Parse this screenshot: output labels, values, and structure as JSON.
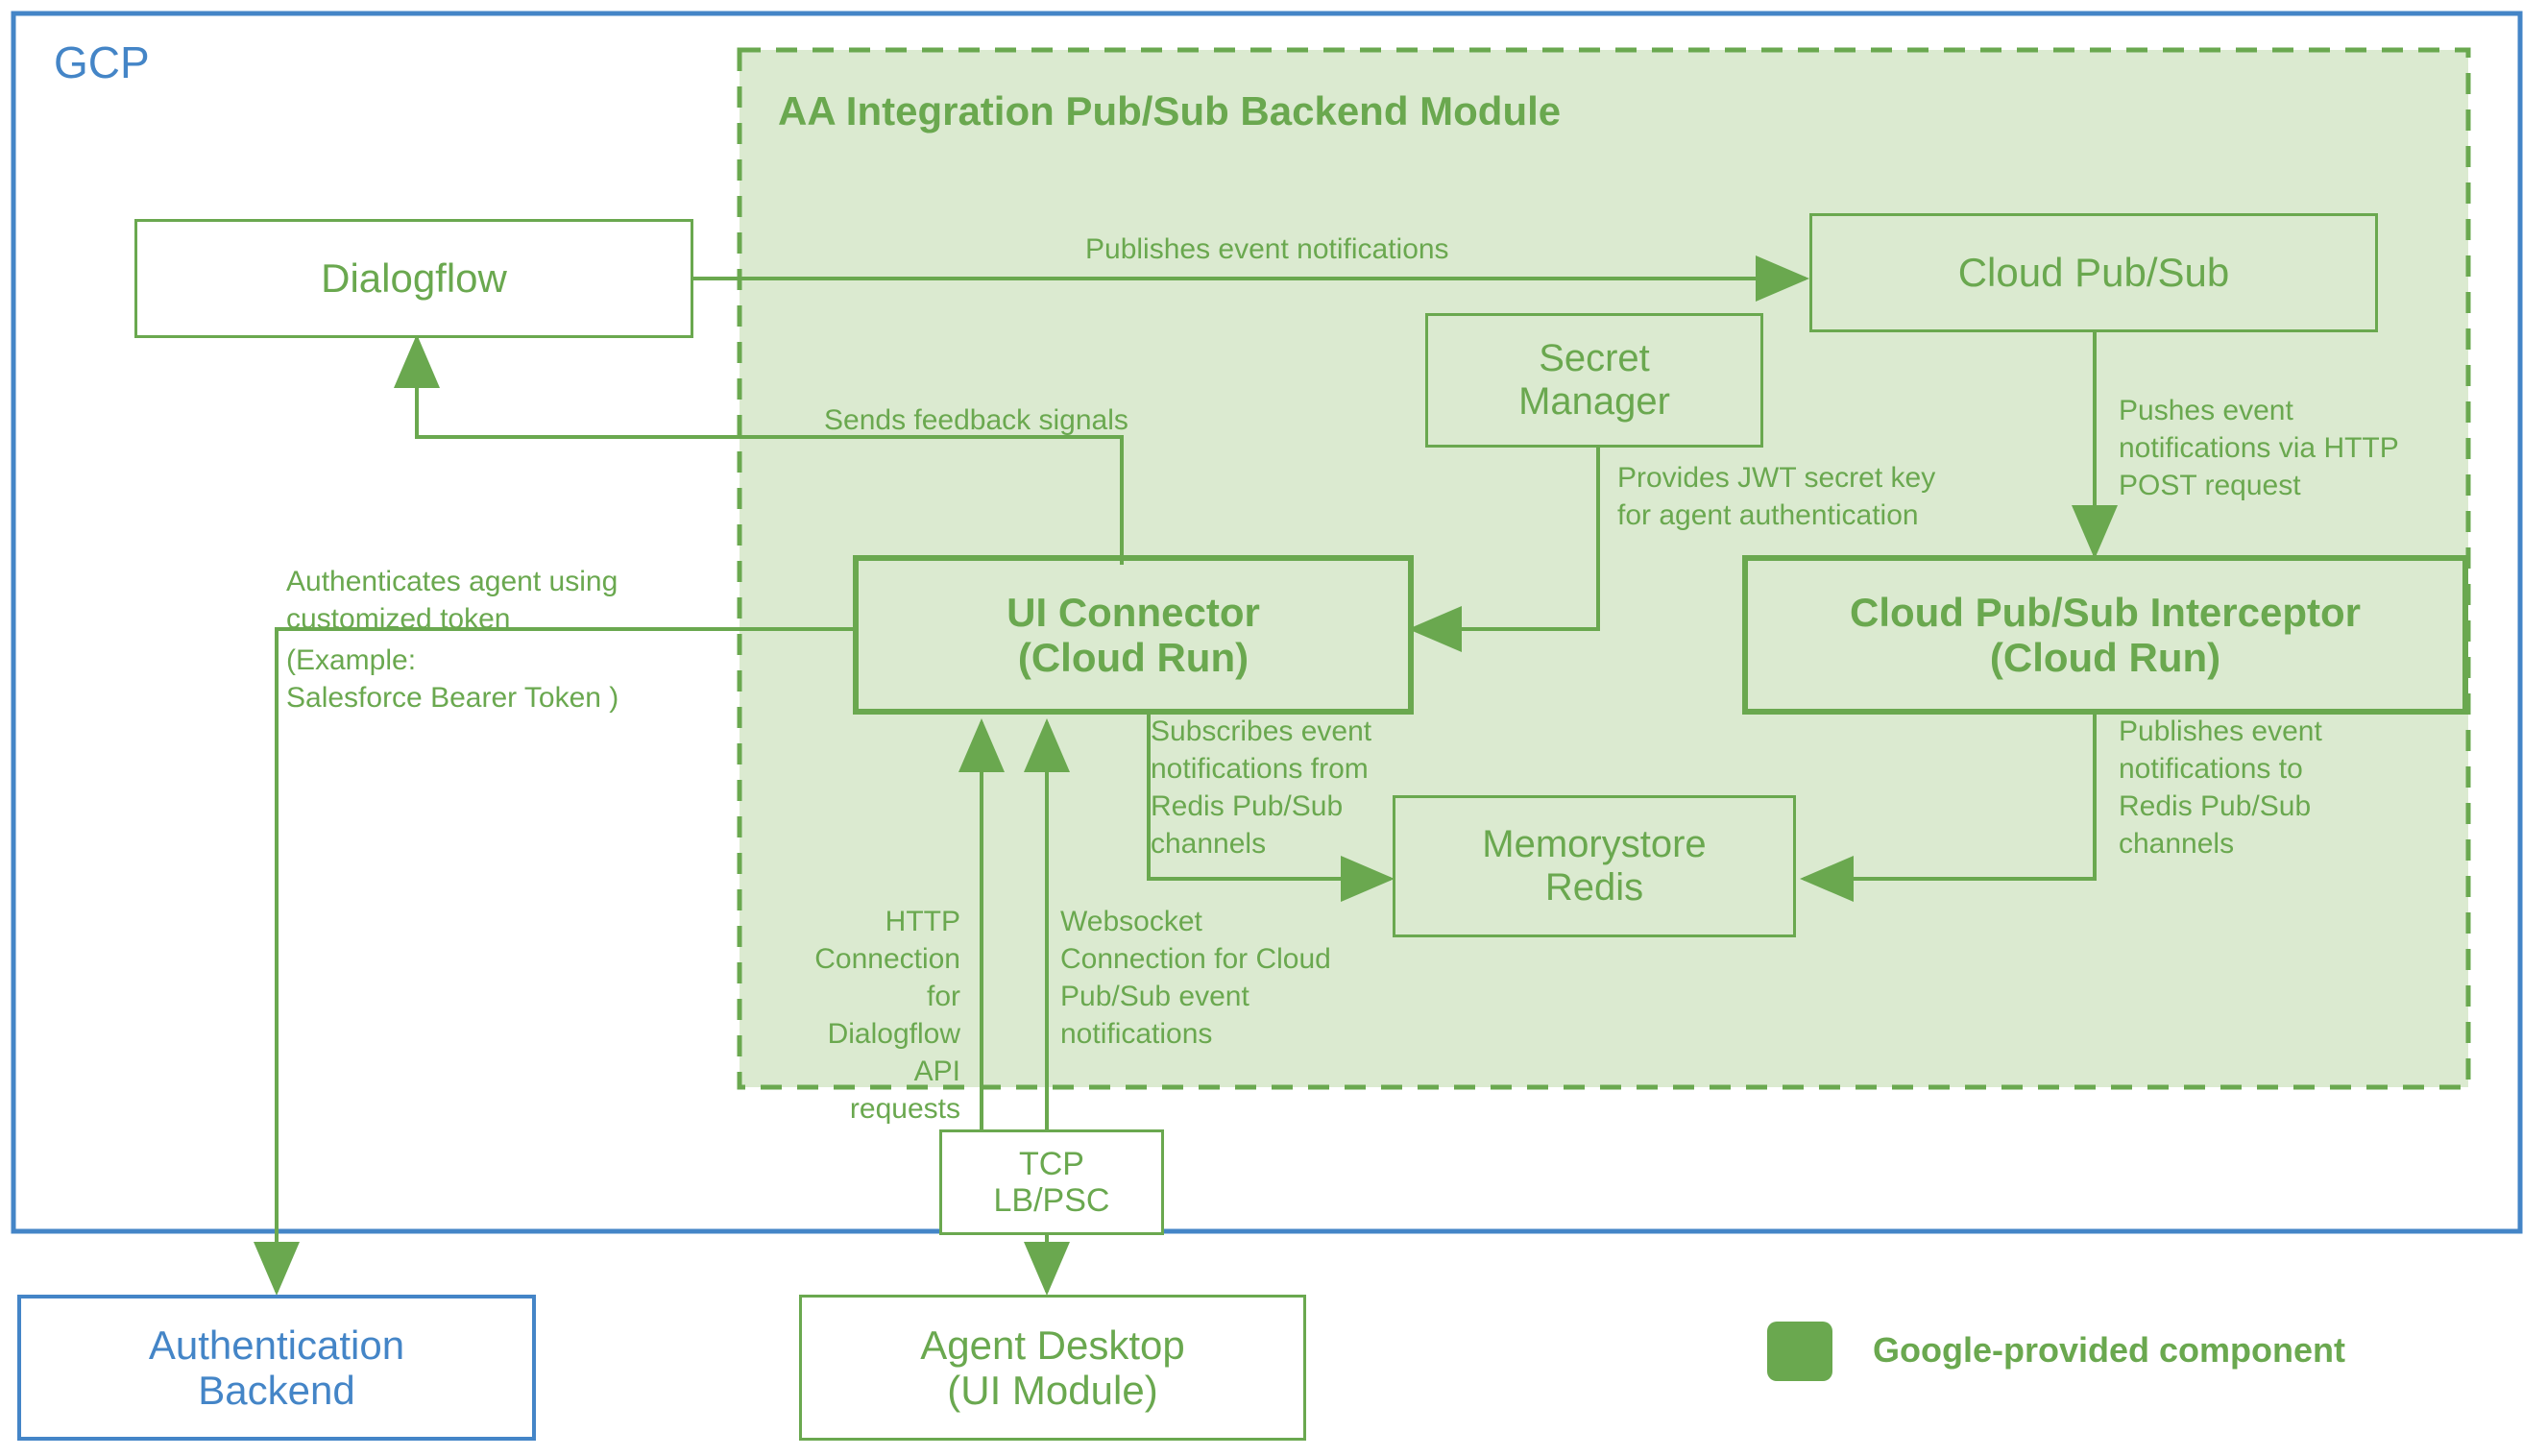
{
  "diagram": {
    "outer_zone": {
      "label": "GCP",
      "border_color": "#4485c7"
    },
    "module": {
      "title": "AA Integration Pub/Sub Backend Module",
      "fill_color": "#dbead0",
      "border_color": "#6aa84f",
      "border_style": "dashed"
    },
    "accent_green": "#6aa84f",
    "nodes": {
      "dialogflow": "Dialogflow",
      "cloud_pubsub": "Cloud Pub/Sub",
      "secret_manager": "Secret\nManager",
      "ui_connector": "UI Connector\n(Cloud Run)",
      "pubsub_interceptor": "Cloud Pub/Sub Interceptor\n(Cloud Run)",
      "memorystore_redis": "Memorystore\nRedis",
      "tcp_lb": "TCP\nLB/PSC",
      "auth_backend": "Authentication\nBackend",
      "agent_desktop": "Agent Desktop\n(UI Module)"
    },
    "edge_labels": {
      "publishes_event_notifications": "Publishes event notifications",
      "sends_feedback_signals": "Sends feedback signals",
      "provides_jwt": "Provides JWT secret key\nfor agent authentication",
      "pushes_event_http": "Pushes event\nnotifications via HTTP\nPOST request",
      "authenticates_agent": "Authenticates agent using\ncustomized token",
      "authenticates_agent_example": "(Example:\nSalesforce Bearer Token )",
      "subscribes_event": "Subscribes event\nnotifications from\nRedis Pub/Sub\nchannels",
      "publishes_to_redis": "Publishes event\nnotifications to\nRedis Pub/Sub\nchannels",
      "http_connection": "HTTP\nConnection for\nDialogflow API\nrequests",
      "websocket_connection": "Websocket\nConnection for Cloud\nPub/Sub event\nnotifications"
    },
    "legend": {
      "label": "Google-provided component",
      "swatch_color": "#6aa84f"
    }
  }
}
